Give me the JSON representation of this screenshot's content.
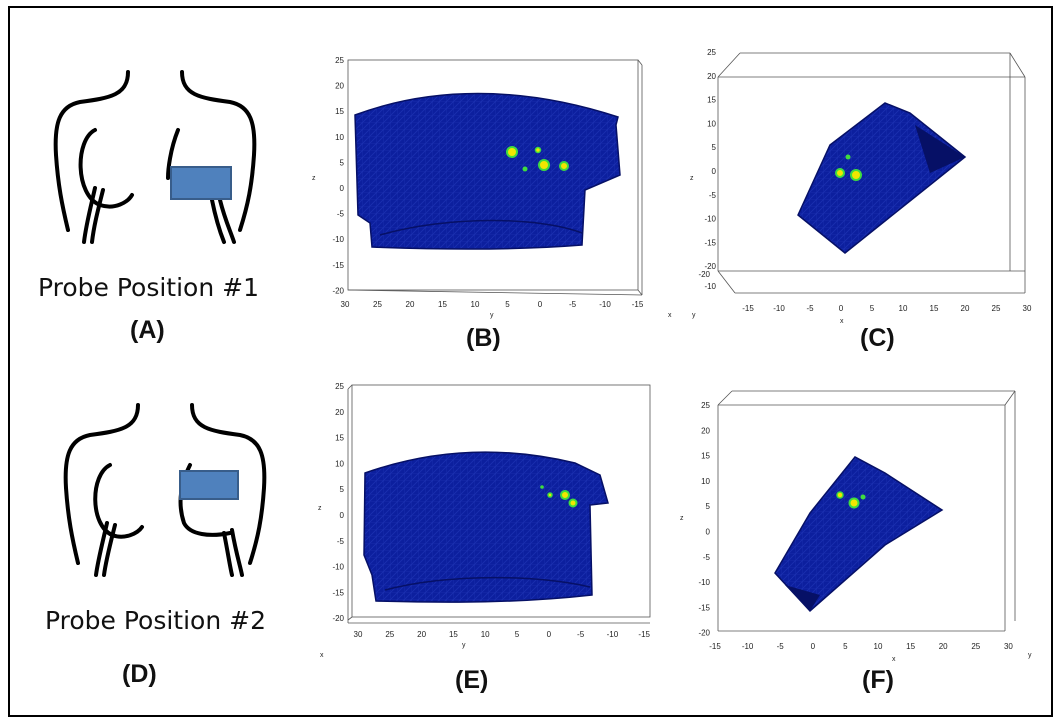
{
  "figure": {
    "panels": [
      {
        "id": "A",
        "letter": "(A)",
        "caption": "Probe Position #1"
      },
      {
        "id": "B",
        "letter": "(B)"
      },
      {
        "id": "C",
        "letter": "(C)"
      },
      {
        "id": "D",
        "letter": "(D)",
        "caption": "Probe Position #2"
      },
      {
        "id": "E",
        "letter": "(E)"
      },
      {
        "id": "F",
        "letter": "(F)"
      }
    ],
    "colors": {
      "mesh": "#0c1f9e",
      "mesh_dark": "#061066",
      "mesh_line": "#1a2fb0",
      "probe": "#4f81bd",
      "probe_border": "#385d8a",
      "hotspot_ring": "#3fdc3f",
      "hotspot_core": "#f2e600"
    },
    "plots": {
      "B": {
        "zlabel": "z",
        "ylabel": "y",
        "xlabel": "x",
        "z_ticks": [
          "25",
          "20",
          "15",
          "10",
          "5",
          "0",
          "-5",
          "-10",
          "-15",
          "-20"
        ],
        "y_ticks": [
          "30",
          "25",
          "20",
          "15",
          "10",
          "5",
          "0",
          "-5",
          "-10",
          "-15"
        ]
      },
      "C": {
        "zlabel": "z",
        "ylabel": "y",
        "xlabel": "x",
        "z_ticks": [
          "25",
          "20",
          "15",
          "10",
          "5",
          "0",
          "-5",
          "-10",
          "-15",
          "-20"
        ],
        "x_ticks": [
          "-15",
          "-10",
          "-5",
          "0",
          "5",
          "10",
          "15",
          "20",
          "25",
          "30"
        ],
        "y_ticks": [
          "-20",
          "-10"
        ]
      },
      "E": {
        "zlabel": "z",
        "ylabel": "y",
        "xlabel": "x",
        "z_ticks": [
          "25",
          "20",
          "15",
          "10",
          "5",
          "0",
          "-5",
          "-10",
          "-15",
          "-20"
        ],
        "y_ticks": [
          "30",
          "25",
          "20",
          "15",
          "10",
          "5",
          "0",
          "-5",
          "-10",
          "-15"
        ]
      },
      "F": {
        "zlabel": "z",
        "ylabel": "y",
        "xlabel": "x",
        "z_ticks": [
          "25",
          "20",
          "15",
          "10",
          "5",
          "0",
          "-5",
          "-10",
          "-15",
          "-20"
        ],
        "x_ticks": [
          "-15",
          "-10",
          "-5",
          "0",
          "5",
          "10",
          "15",
          "20",
          "25",
          "30"
        ]
      }
    }
  }
}
